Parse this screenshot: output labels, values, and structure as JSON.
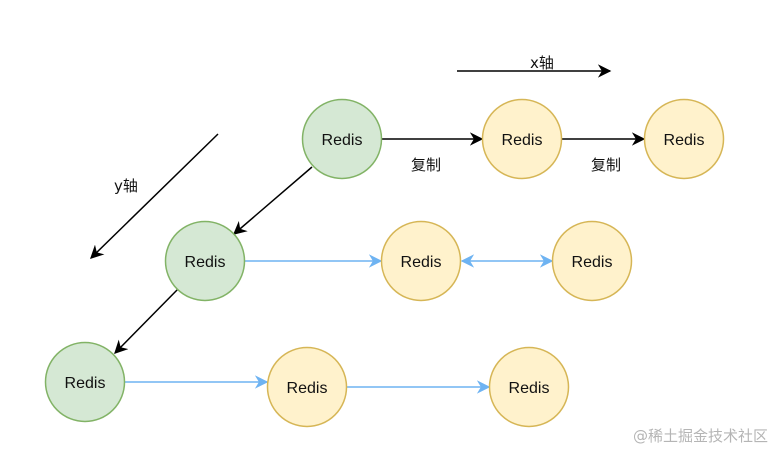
{
  "colors": {
    "primary_fill": "#d5e8d4",
    "primary_stroke": "#82b366",
    "replica_fill": "#fff2cc",
    "replica_stroke": "#d6b656",
    "black_arrow": "#000000",
    "blue_arrow": "#6eb3f2"
  },
  "axes": {
    "x_label": "x轴",
    "y_label": "y轴"
  },
  "nodes": {
    "p1": "Redis",
    "r1a": "Redis",
    "r1b": "Redis",
    "p2": "Redis",
    "r2a": "Redis",
    "r2b": "Redis",
    "p3": "Redis",
    "r3a": "Redis",
    "r3b": "Redis"
  },
  "edge_labels": {
    "copy_1": "复制",
    "copy_2": "复制"
  },
  "watermark": "@稀土掘金技术社区"
}
